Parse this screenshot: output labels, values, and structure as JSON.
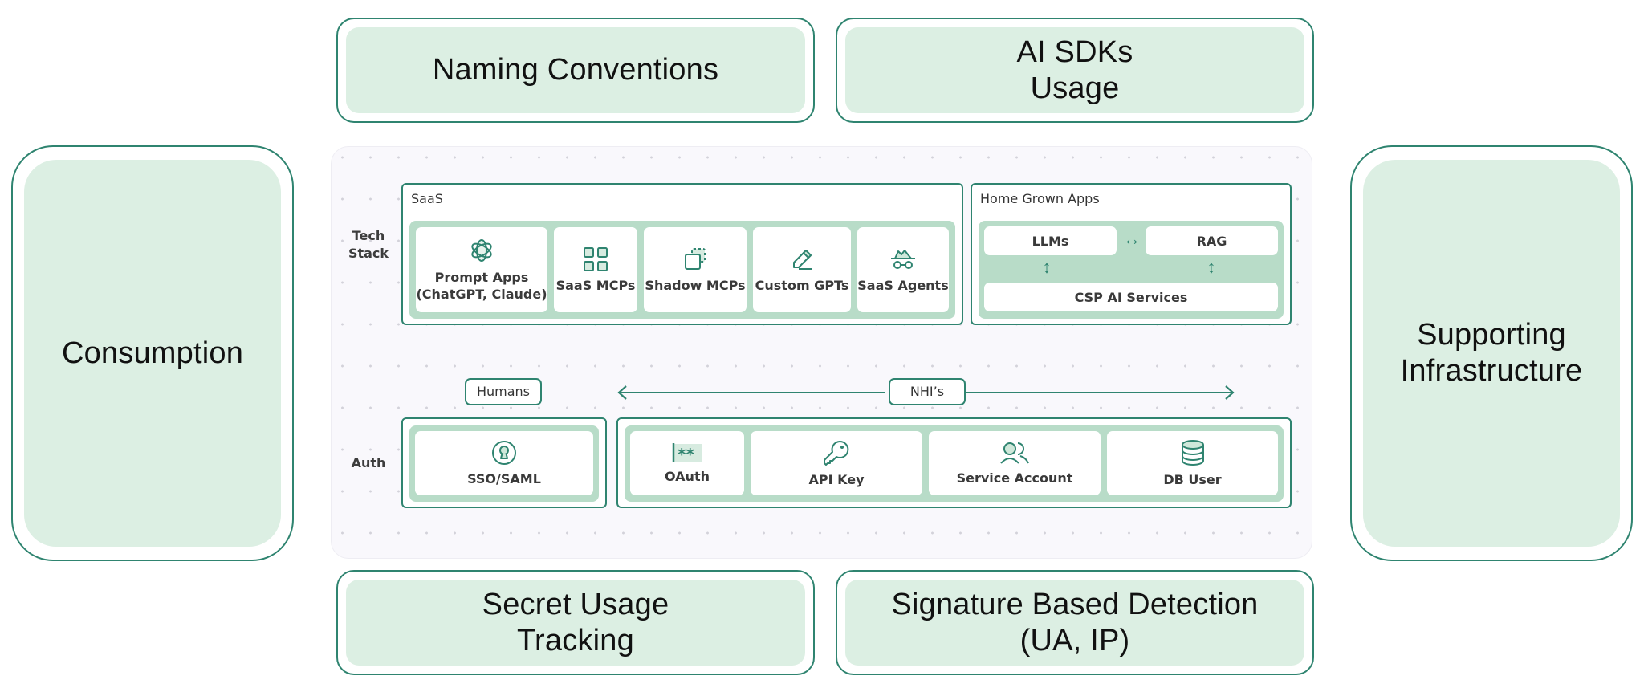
{
  "outer_boxes": {
    "naming_conventions": "Naming Conventions",
    "ai_sdks_usage": "AI SDKs\nUsage",
    "consumption": "Consumption",
    "supporting_infrastructure": "Supporting\nInfrastructure",
    "secret_usage_tracking": "Secret Usage\nTracking",
    "signature_based_detection": "Signature Based Detection\n(UA, IP)"
  },
  "rows": {
    "tech_stack": "Tech\nStack",
    "auth": "Auth"
  },
  "saas": {
    "title": "SaaS",
    "items": [
      {
        "label": "Prompt Apps\n(ChatGPT, Claude)",
        "icon": "openai-logo-icon"
      },
      {
        "label": "SaaS MCPs",
        "icon": "grid-icon"
      },
      {
        "label": "Shadow MCPs",
        "icon": "shadow-square-icon"
      },
      {
        "label": "Custom GPTs",
        "icon": "pencil-icon"
      },
      {
        "label": "SaaS Agents",
        "icon": "incognito-icon"
      }
    ]
  },
  "home_grown": {
    "title": "Home Grown Apps",
    "llms": "LLMs",
    "rag": "RAG",
    "csp": "CSP AI Services",
    "horizontal_arrow": "↔",
    "vertical_arrow": "↕"
  },
  "identities": {
    "humans": "Humans",
    "nhis": "NHI’s"
  },
  "auth_human": [
    {
      "label": "SSO/SAML",
      "icon": "keyhole-icon"
    }
  ],
  "auth_nhi": [
    {
      "label": "OAuth",
      "icon": "password-icon"
    },
    {
      "label": "API Key",
      "icon": "key-icon"
    },
    {
      "label": "Service Account",
      "icon": "users-icon"
    },
    {
      "label": "DB User",
      "icon": "database-icon"
    }
  ],
  "colors": {
    "border": "#2f8470",
    "fill": "#dcefe3",
    "band": "#b8dcc8",
    "panel": "#f9f8fc"
  }
}
